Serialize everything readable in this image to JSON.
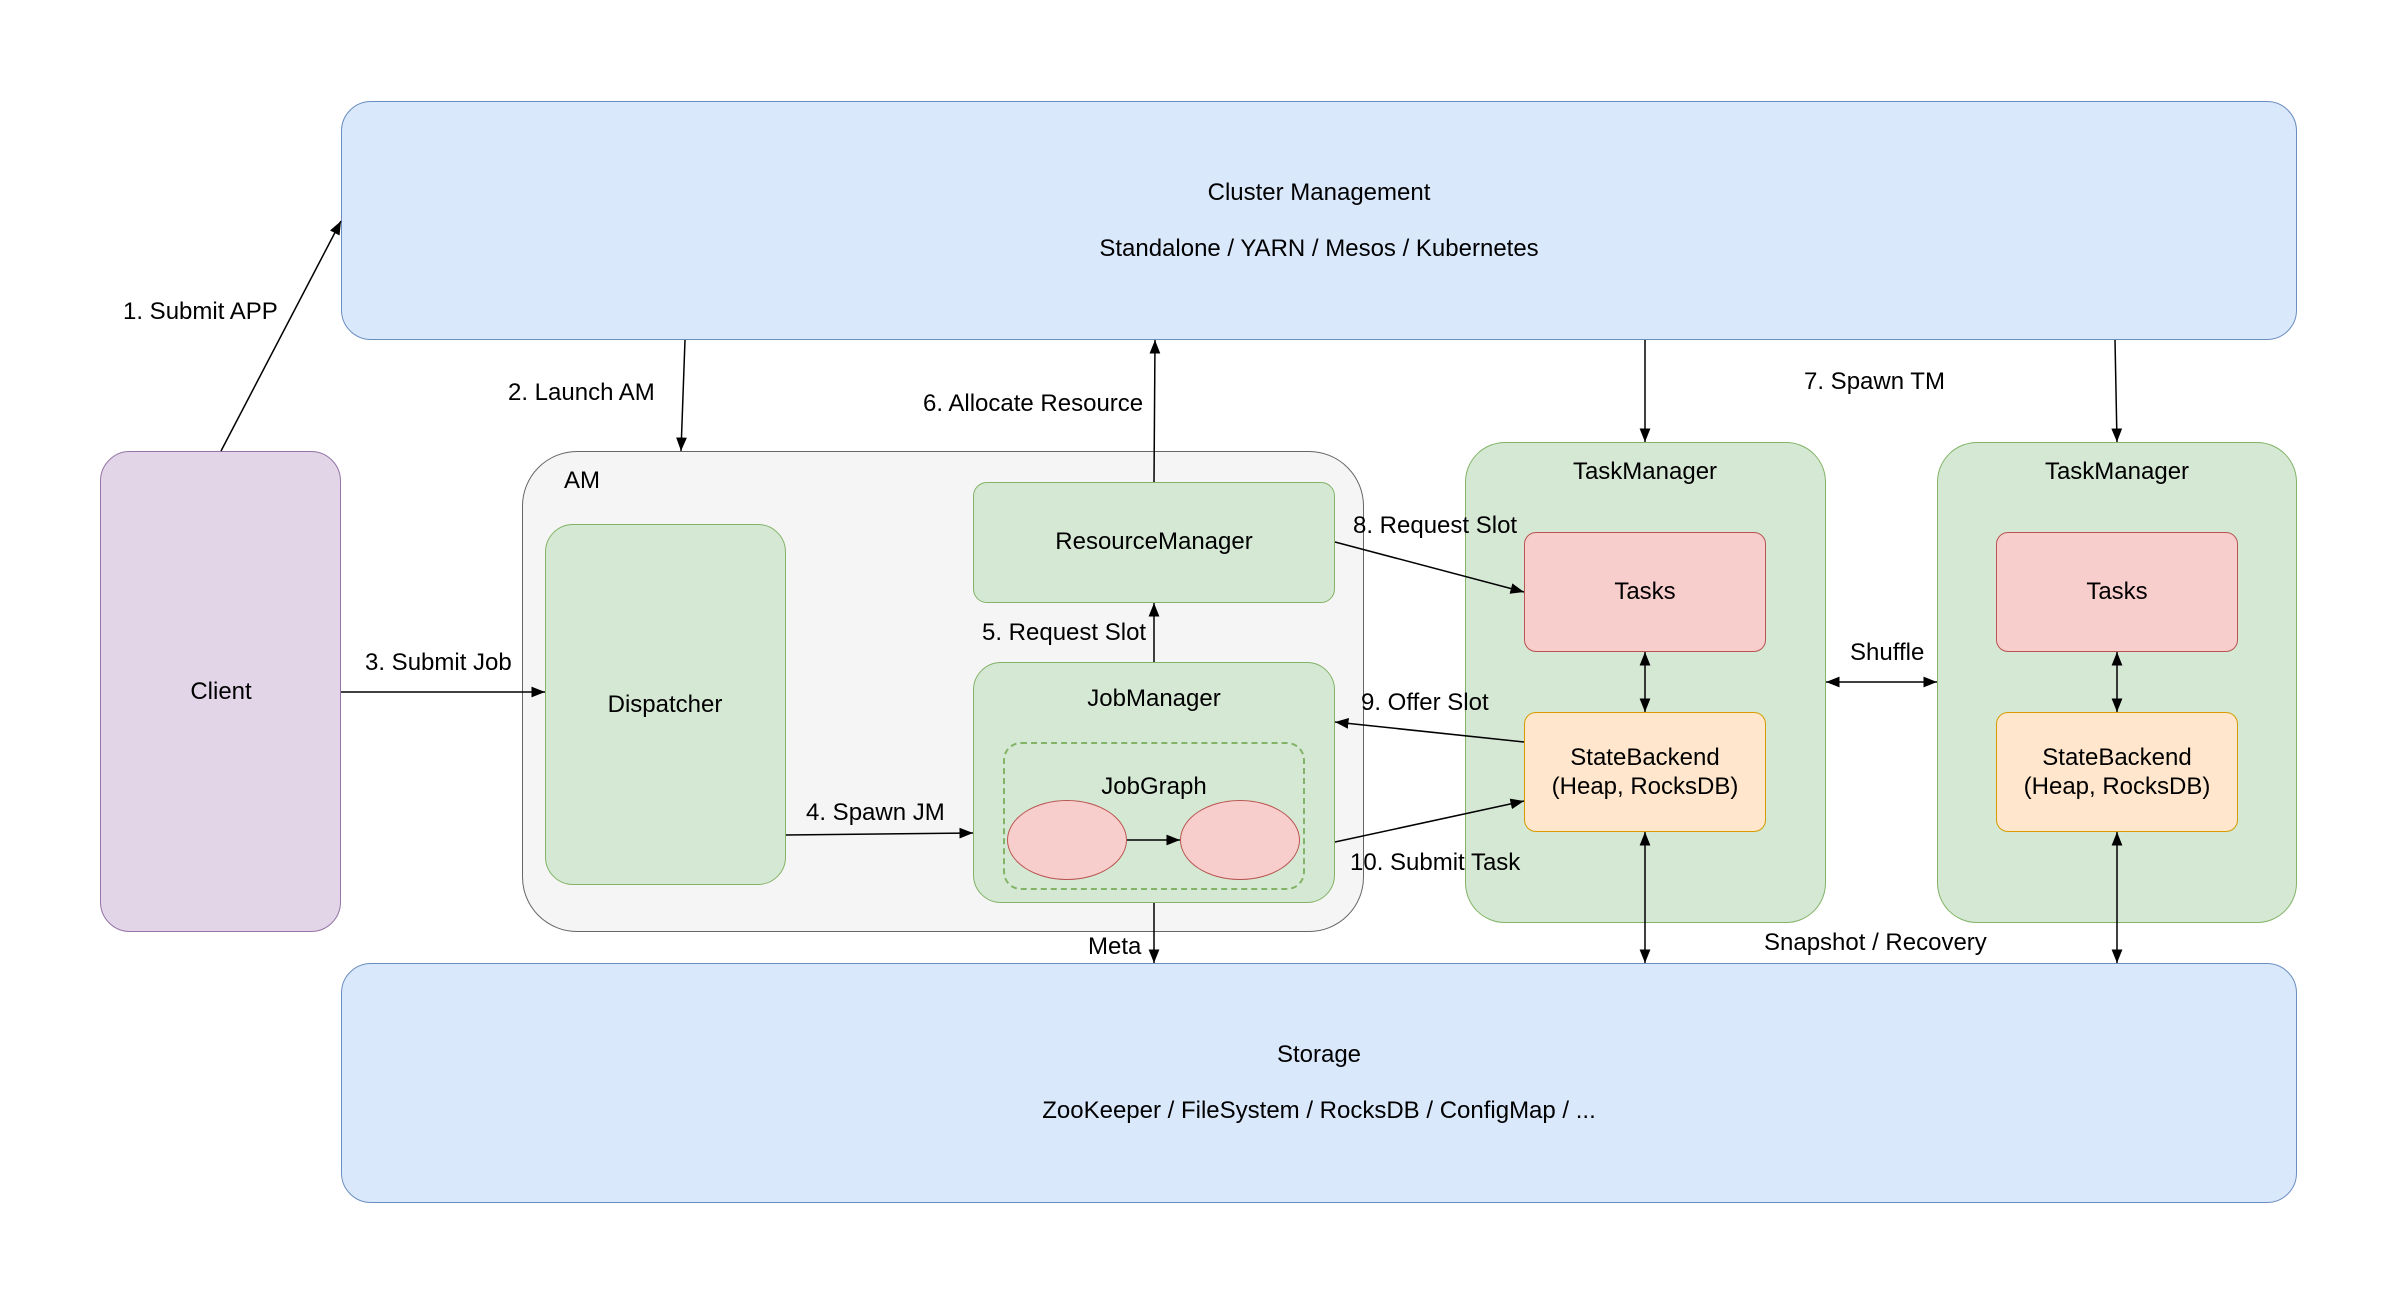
{
  "cluster": {
    "title": "Cluster Management",
    "subtitle": "Standalone / YARN / Mesos / Kubernetes"
  },
  "storage": {
    "title": "Storage",
    "subtitle": "ZooKeeper / FileSystem / RocksDB / ConfigMap / ..."
  },
  "client": {
    "label": "Client"
  },
  "am": {
    "label": "AM",
    "dispatcher": "Dispatcher",
    "resource_manager": "ResourceManager",
    "job_manager": "JobManager",
    "job_graph": "JobGraph"
  },
  "task_managers": [
    {
      "title": "TaskManager",
      "tasks": "Tasks",
      "state_backend_line1": "StateBackend",
      "state_backend_line2": "(Heap, RocksDB)"
    },
    {
      "title": "TaskManager",
      "tasks": "Tasks",
      "state_backend_line1": "StateBackend",
      "state_backend_line2": "(Heap, RocksDB)"
    }
  ],
  "edges": {
    "submit_app": "1. Submit APP",
    "launch_am": "2. Launch AM",
    "submit_job": "3. Submit Job",
    "spawn_jm": "4. Spawn JM",
    "request_slot_rm": "5. Request Slot",
    "allocate_resource": "6. Allocate Resource",
    "spawn_tm": "7. Spawn TM",
    "request_slot_tm": "8. Request Slot",
    "offer_slot": "9. Offer Slot",
    "submit_task": "10. Submit Task",
    "shuffle": "Shuffle",
    "meta": "Meta",
    "snapshot_recovery": "Snapshot / Recovery"
  }
}
